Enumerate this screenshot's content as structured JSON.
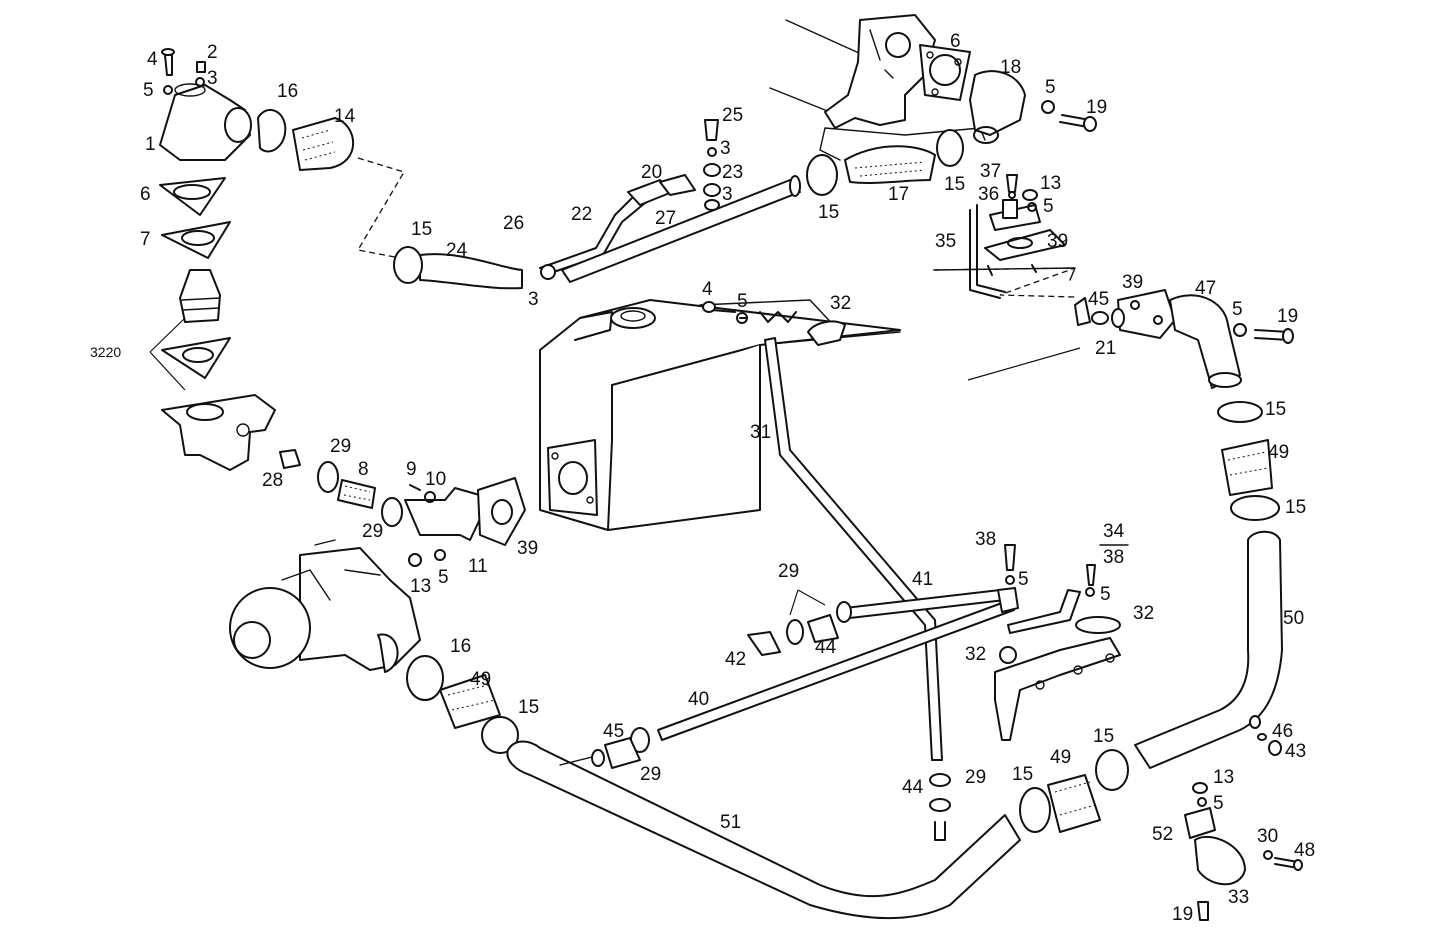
{
  "diagram": {
    "callouts": [
      "4",
      "2",
      "3",
      "5",
      "16",
      "14",
      "1",
      "6",
      "7",
      "3220",
      "25",
      "3",
      "20",
      "23",
      "3",
      "22",
      "27",
      "26",
      "24",
      "15",
      "3",
      "6",
      "18",
      "5",
      "19",
      "15",
      "17",
      "15",
      "37",
      "36",
      "13",
      "5",
      "35",
      "39",
      "4",
      "5",
      "32",
      "39",
      "47",
      "45",
      "5",
      "19",
      "21",
      "15",
      "49",
      "15",
      "31",
      "28",
      "29",
      "8",
      "9",
      "10",
      "29",
      "11",
      "39",
      "13",
      "5",
      "38",
      "5",
      "34",
      "38",
      "5",
      "32",
      "29",
      "41",
      "42",
      "44",
      "32",
      "16",
      "49",
      "15",
      "50",
      "40",
      "45",
      "29",
      "46",
      "43",
      "51",
      "44",
      "29",
      "15",
      "49",
      "15",
      "13",
      "5",
      "52",
      "30",
      "48",
      "33",
      "19"
    ],
    "fraction_numerator": "34",
    "fraction_denominator": "38"
  }
}
